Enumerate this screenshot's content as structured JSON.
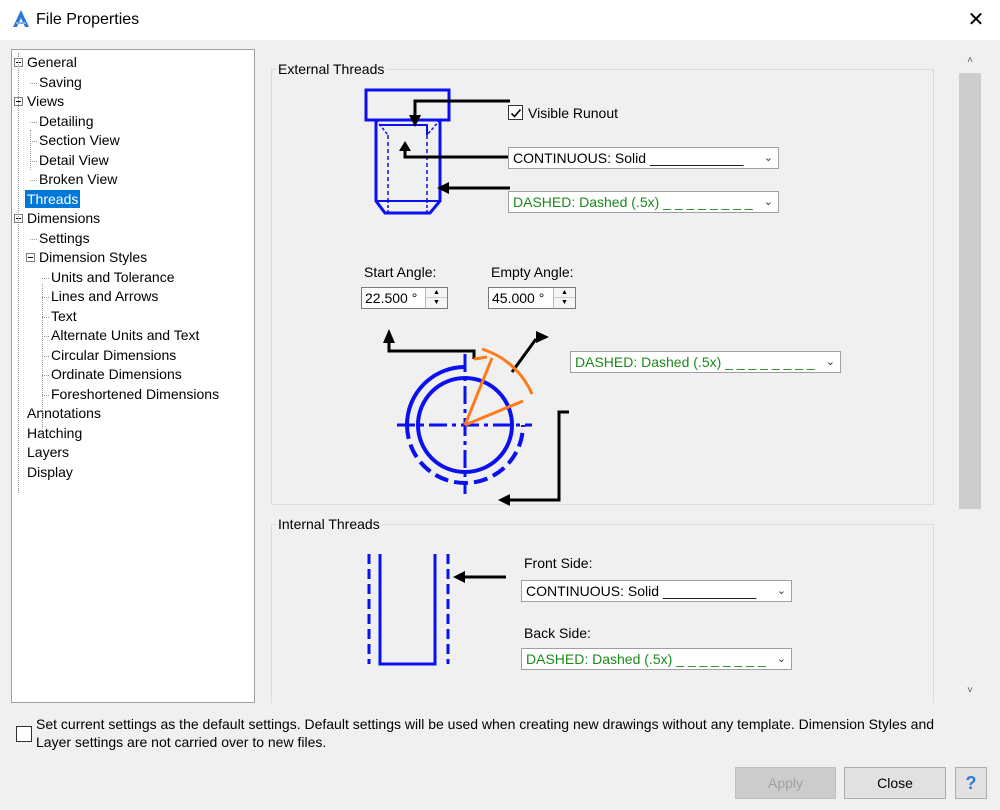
{
  "window": {
    "title": "File Properties",
    "close_glyph": "✕"
  },
  "tree": {
    "items": [
      {
        "label": "General",
        "expandable": true
      },
      {
        "label": "Saving"
      },
      {
        "label": "Views",
        "expandable": true
      },
      {
        "label": "Detailing"
      },
      {
        "label": "Section View"
      },
      {
        "label": "Detail View"
      },
      {
        "label": "Broken View"
      },
      {
        "label": "Threads",
        "selected": true
      },
      {
        "label": "Dimensions",
        "expandable": true
      },
      {
        "label": "Settings"
      },
      {
        "label": "Dimension Styles",
        "expandable": true
      },
      {
        "label": "Units and Tolerance"
      },
      {
        "label": "Lines and Arrows"
      },
      {
        "label": "Text"
      },
      {
        "label": "Alternate Units and Text"
      },
      {
        "label": "Circular Dimensions"
      },
      {
        "label": "Ordinate Dimensions"
      },
      {
        "label": "Foreshortened Dimensions"
      },
      {
        "label": "Annotations"
      },
      {
        "label": "Hatching"
      },
      {
        "label": "Layers"
      },
      {
        "label": "Display"
      }
    ]
  },
  "external_threads": {
    "title": "External Threads",
    "visible_runout_label": "Visible Runout",
    "visible_runout_checked": true,
    "major_line_combo": "CONTINUOUS:  Solid  ____________",
    "minor_line_combo": "DASHED: Dashed (.5x) _ _ _ _ _ _ _ _",
    "start_angle_label": "Start Angle:",
    "start_angle_value": "22.500 °",
    "empty_angle_label": "Empty Angle:",
    "empty_angle_value": "45.000 °",
    "arc_line_combo": "DASHED: Dashed (.5x) _ _ _ _ _ _ _ _"
  },
  "internal_threads": {
    "title": "Internal Threads",
    "front_side_label": "Front Side:",
    "front_side_combo": "CONTINUOUS:  Solid  ____________",
    "back_side_label": "Back Side:",
    "back_side_combo": "DASHED: Dashed (.5x) _ _ _ _ _ _ _ _"
  },
  "footer": {
    "default_settings_text": "Set current settings as the default settings. Default settings will be used when creating new drawings without any template. Dimension Styles and Layer settings are not carried over to new files.",
    "default_settings_checked": false,
    "apply_label": "Apply",
    "close_label": "Close",
    "help_label": "?"
  },
  "scrollbar": {
    "up_glyph": "˄",
    "down_glyph": "˅"
  },
  "colors": {
    "diagram_blue": "#0a10f0",
    "arc_orange": "#ff7a1a",
    "combo_green": "#1b8a1b",
    "selection_blue": "#0078d7"
  }
}
